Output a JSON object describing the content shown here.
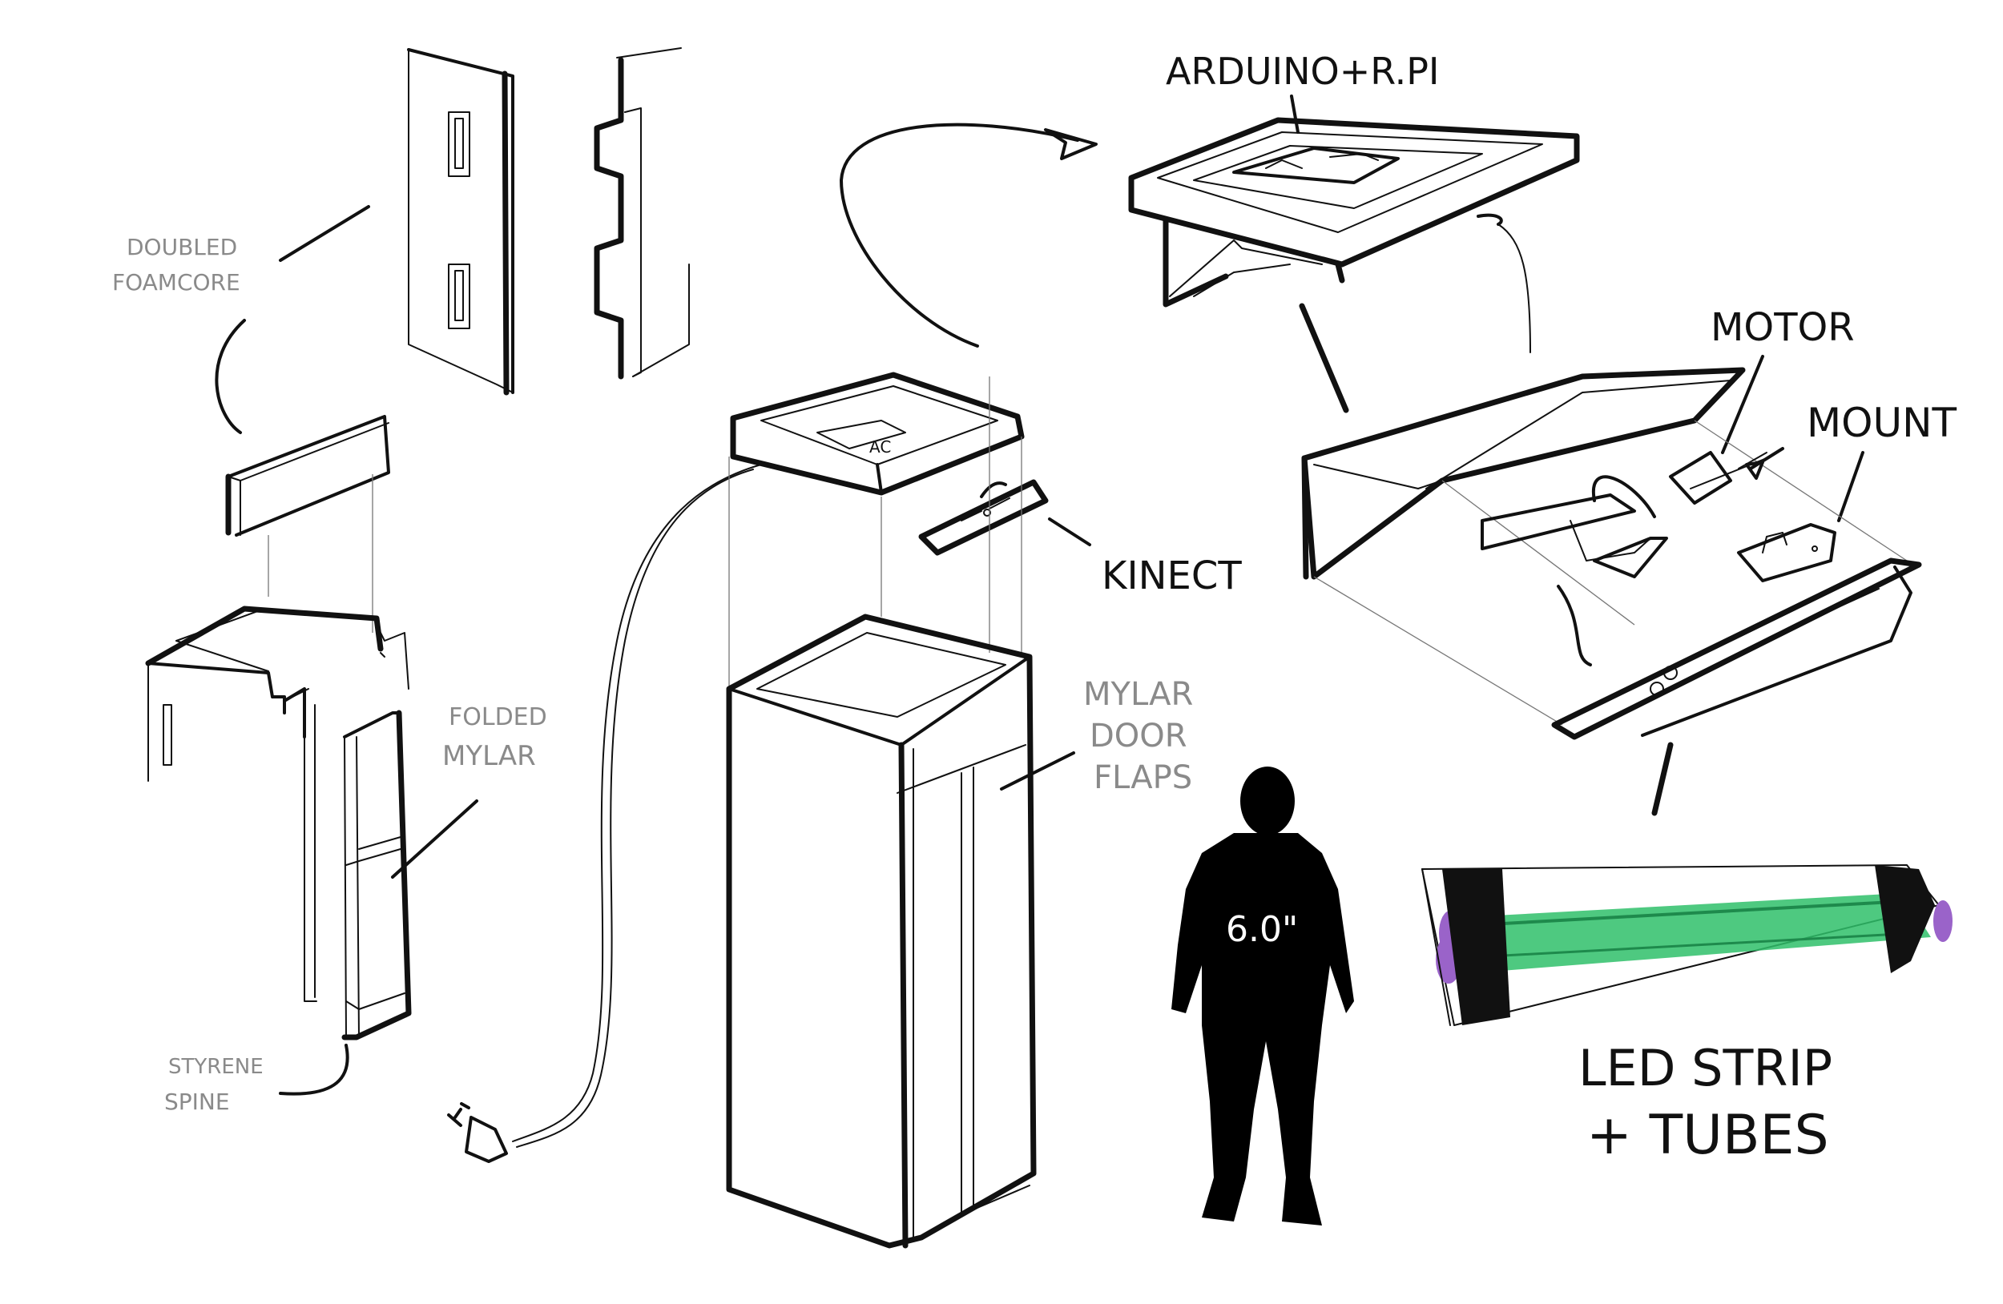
{
  "labels": {
    "doubled": "DOUBLED",
    "foamcore": "FOAMCORE",
    "folded": "FOLDED",
    "mylar": "MYLAR",
    "styrene": "STYRENE",
    "spine": "SPINE",
    "arduino_rpi": "ARDUINO+R.PI",
    "motor": "MOTOR",
    "mount": "MOUNT",
    "kinect": "KINECT",
    "mylar_door_flaps_1": "MYLAR",
    "mylar_door_flaps_2": "DOOR",
    "mylar_door_flaps_3": "FLAPS",
    "height": "6.0\"",
    "led_strip": "LED STRIP",
    "tubes": "+ TUBES"
  },
  "colors": {
    "ink": "#111111",
    "tube_green": "#2fbf6a",
    "tube_purple": "#9a63c9",
    "silhouette": "#000000"
  }
}
